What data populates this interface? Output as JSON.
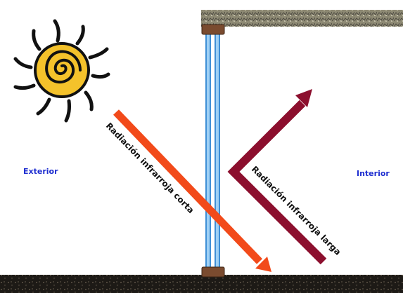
{
  "labels": {
    "exterior": "Exterior",
    "interior": "Interior",
    "short_radiation": "Radiación infrarroja corta",
    "long_radiation": "Radiación infrarroja larga"
  },
  "colors": {
    "side_label": "#1f2fd0",
    "short_arrow": "#f24a1a",
    "long_arrow": "#8c0f2e",
    "sun_ray": "#111111",
    "sun_fill": "#f4c22b",
    "glass": "#3f8fd6",
    "frame": "#7a4b2f",
    "ground": "#1d1a16",
    "ceiling": "#8e8a74"
  },
  "icons": {
    "sun": "sun-icon"
  }
}
